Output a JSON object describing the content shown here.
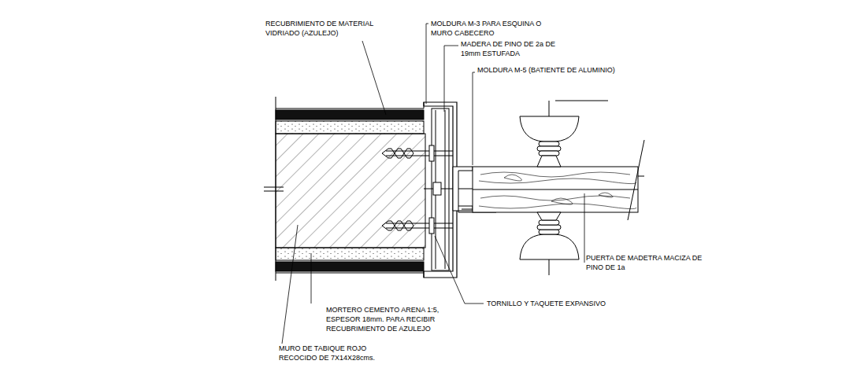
{
  "diagram": {
    "labels": [
      "RECUBRIMIENTO DE MATERIAL VIDRIADO (AZULEJO)",
      "MOLDURA M-3 PARA ESQUINA O MURO CABECERO",
      "MADERA DE PINO DE 2a DE 19mm ESTUFADA",
      "MOLDURA M-5 (BATIENTE DE ALUMINIO)",
      "PUERTA DE MADETRA MACIZA DE PINO DE 1a",
      "TORNILLO Y TAQUETE EXPANSIVO",
      "MORTERO CEMENTO ARENA 1:5, ESPESOR 18mm. PARA RECIBIR RECUBRIMIENTO DE AZULEJO",
      "MURO DE TABIQUE ROJO RECOCIDO DE 7X14X28cms."
    ]
  }
}
